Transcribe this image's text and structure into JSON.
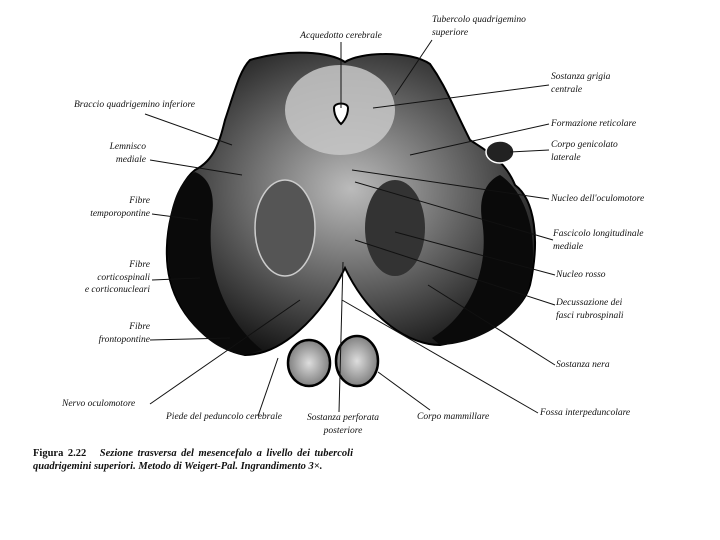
{
  "labels": {
    "acquedotto": "Acquedotto cerebrale",
    "tubercolo_1": "Tubercolo quadrigemino",
    "tubercolo_2": "superiore",
    "braccio": "Braccio quadrigemino inferiore",
    "lemnisco_1": "Lemnisco",
    "lemnisco_2": "mediale",
    "temporo_1": "Fibre",
    "temporo_2": "temporopontine",
    "cortico_1": "Fibre",
    "cortico_2": "corticospinali",
    "cortico_3": "e corticonucleari",
    "fronto_1": "Fibre",
    "fronto_2": "frontopontine",
    "nervo": "Nervo oculomotore",
    "piede": "Piede del peduncolo cerebrale",
    "perforata_1": "Sostanza perforata",
    "perforata_2": "posteriore",
    "mammillare": "Corpo mammillare",
    "fossa": "Fossa interpeduncolare",
    "nera": "Sostanza nera",
    "decussazione_1": "Decussazione dei",
    "decussazione_2": "fasci rubrospinali",
    "rosso": "Nucleo rosso",
    "fascicolo_1": "Fascicolo longitudinale",
    "fascicolo_2": "mediale",
    "oculomotore": "Nucleo dell'oculomotore",
    "genicolato_1": "Corpo genicolato",
    "genicolato_2": "laterale",
    "reticolare": "Formazione reticolare",
    "grigia_1": "Sostanza grigia",
    "grigia_2": "centrale"
  },
  "caption": {
    "number": "Figura 2.22",
    "text": "Sezione trasversa del mesencefalo a livello dei tubercoli quadrigemini superiori. Metodo di Weigert-Pal. Ingrandimento 3×."
  }
}
